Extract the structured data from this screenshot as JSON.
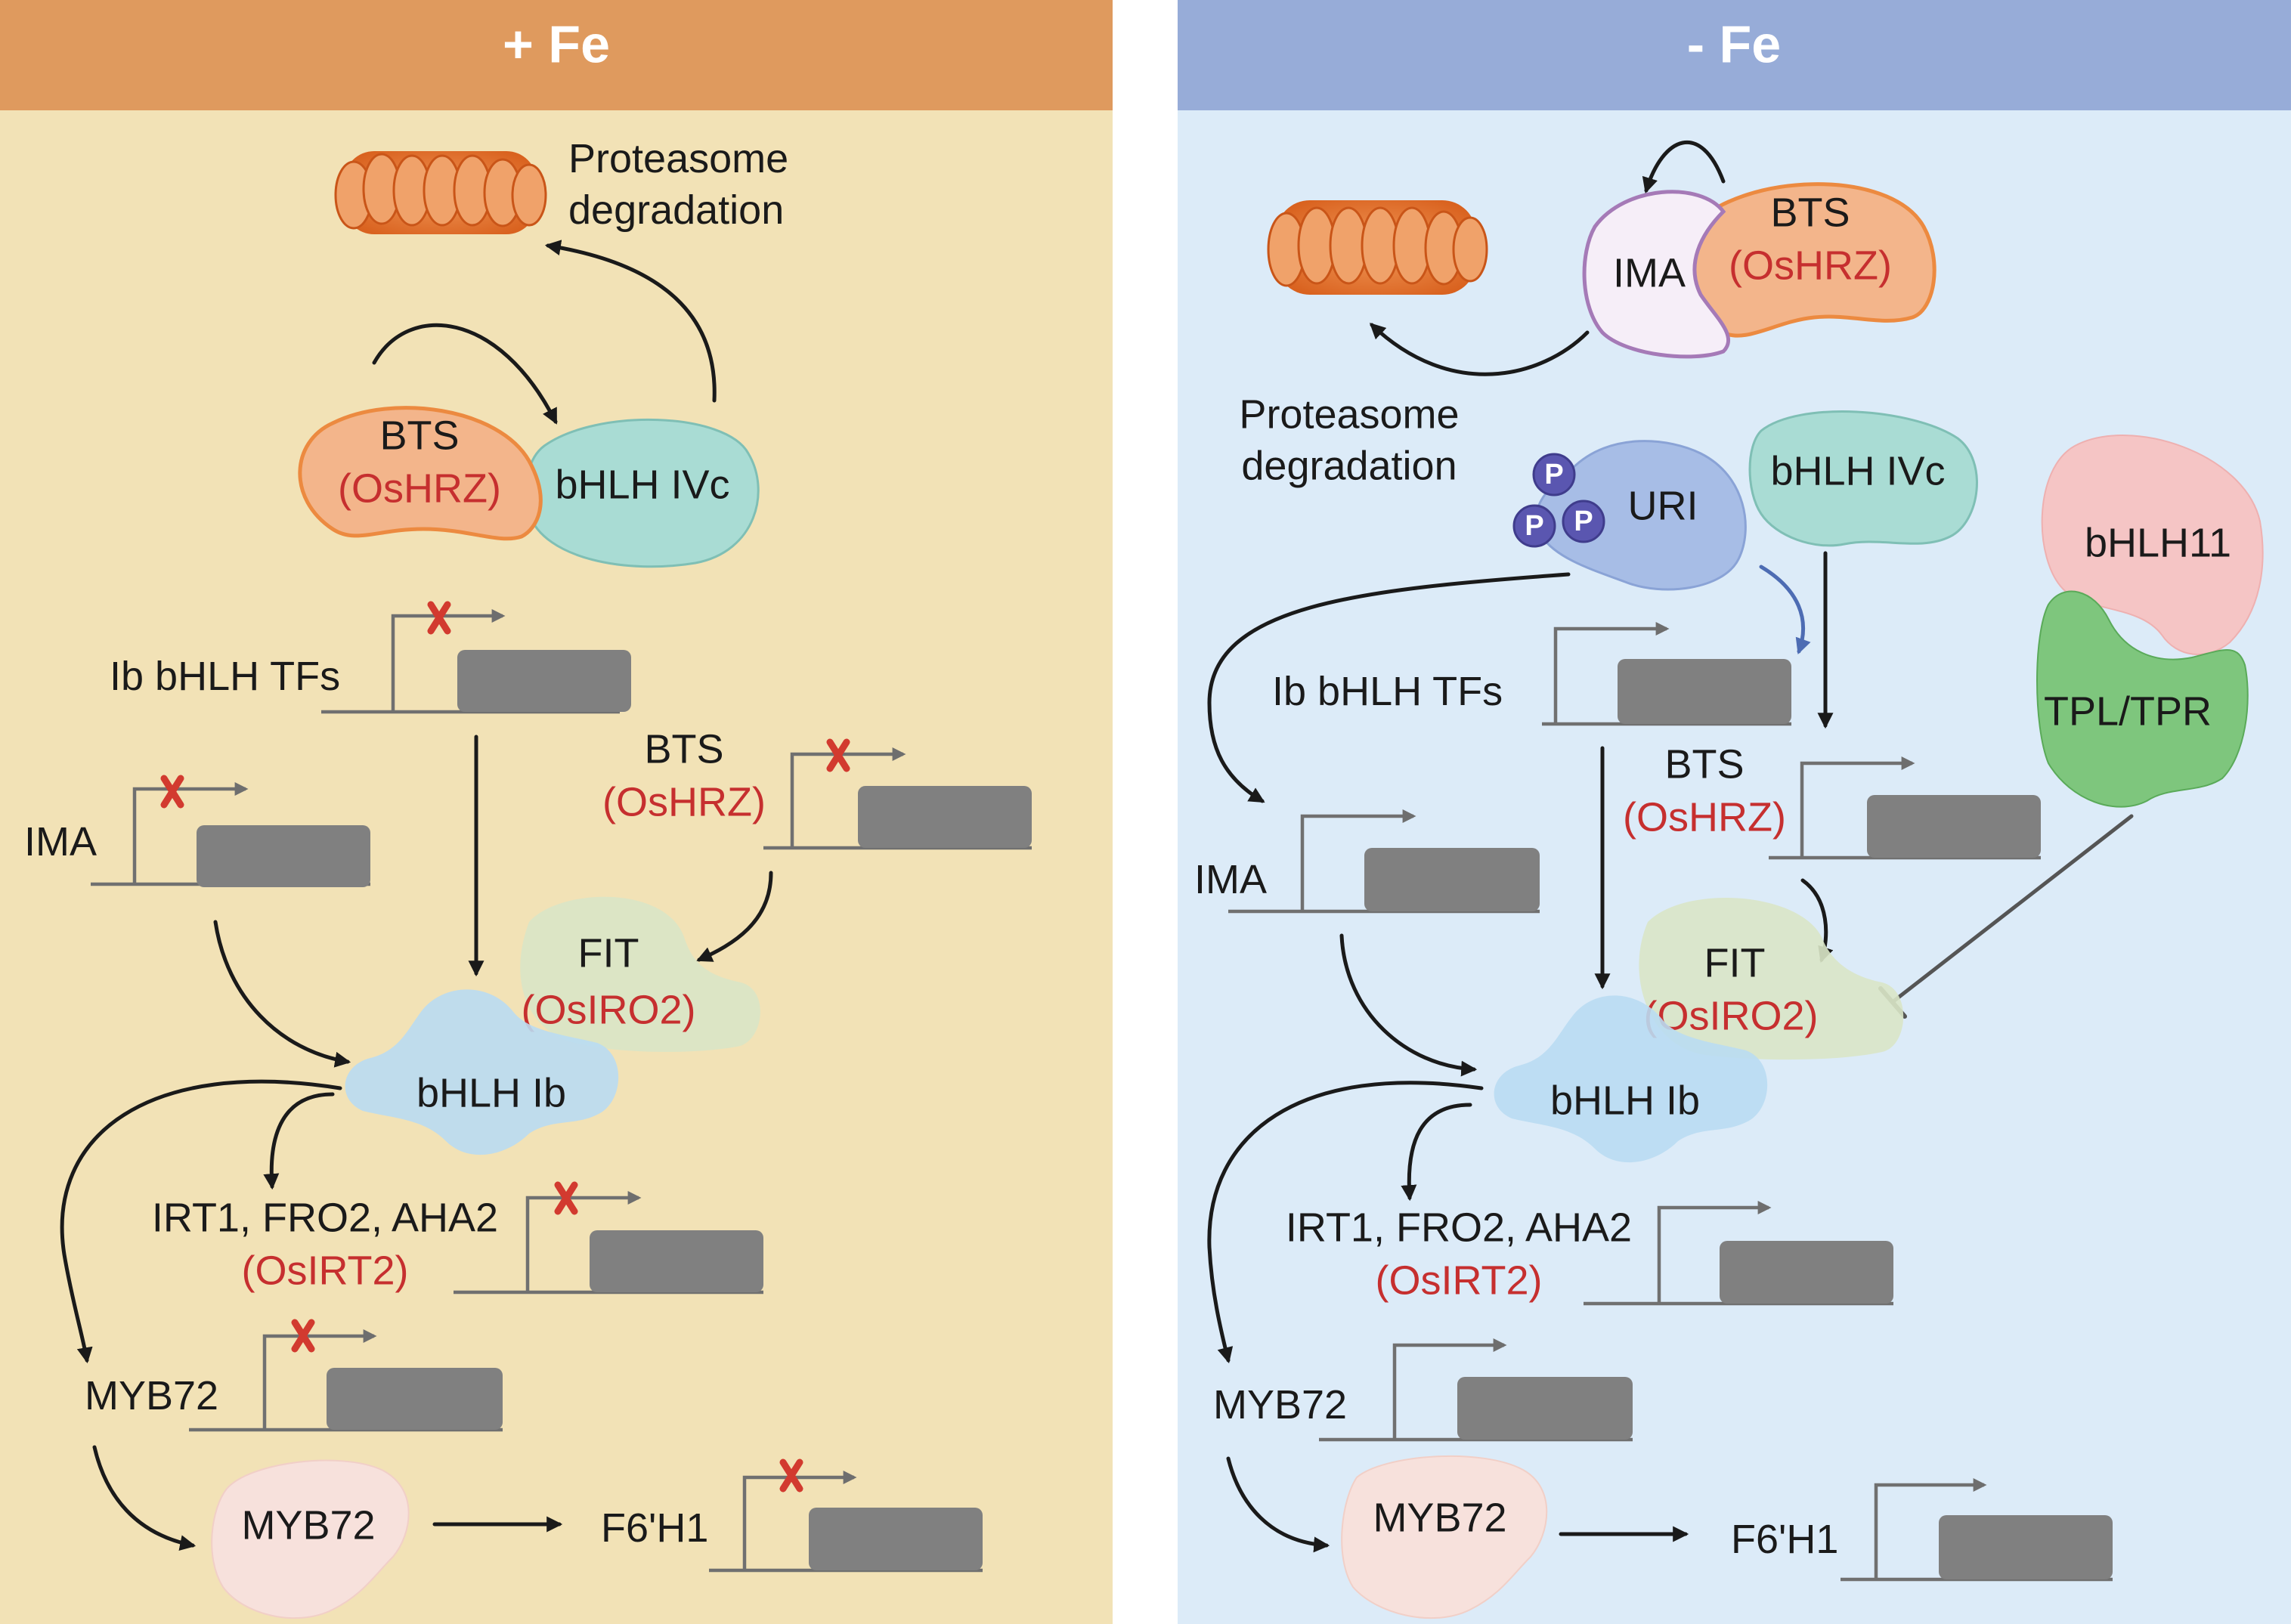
{
  "left_panel": {
    "header": "+ Fe",
    "proteasome_label": [
      "Proteasome",
      "degradation"
    ],
    "bts_protein": [
      "BTS",
      "(OsHRZ)"
    ],
    "bhlh_ivc": "bHLH IVc",
    "ib_bhlh_tfs": "Ib bHLH TFs",
    "bts_gene": [
      "BTS",
      "(OsHRZ)"
    ],
    "ima_gene": "IMA",
    "fit_protein": [
      "FIT",
      "(OsIRO2)"
    ],
    "bhlh_ib": "bHLH Ib",
    "irt_genes": [
      "IRT1, FRO2, AHA2",
      "(OsIRT2)"
    ],
    "myb72_gene": "MYB72",
    "myb72_protein": "MYB72",
    "f6h1_gene": "F6'H1"
  },
  "right_panel": {
    "header": "- Fe",
    "ima_protein": "IMA",
    "bts_protein": [
      "BTS",
      "(OsHRZ)"
    ],
    "proteasome_label": [
      "Proteasome",
      "degradation"
    ],
    "uri": "URI",
    "phospho": "P",
    "bhlh_ivc": "bHLH IVc",
    "bhlh11": "bHLH11",
    "tpl_tpr": "TPL/TPR",
    "ib_bhlh_tfs": "Ib bHLH TFs",
    "bts_gene": [
      "BTS",
      "(OsHRZ)"
    ],
    "ima_gene": "IMA",
    "fit_protein": [
      "FIT",
      "(OsIRO2)"
    ],
    "bhlh_ib": "bHLH Ib",
    "irt_genes": [
      "IRT1, FRO2, AHA2",
      "(OsIRT2)"
    ],
    "myb72_gene": "MYB72",
    "myb72_protein": "MYB72",
    "f6h1_gene": "F6'H1"
  },
  "colors": {
    "left_header": "#df9a5e",
    "left_background": "#f2e2b6",
    "right_header": "#97acd8",
    "right_background": "#dcebf8",
    "osname_red": "#c62f2f",
    "proteasome_orange": "#e8793a",
    "bts_orange": "#f3b58b",
    "bhlh_ivc_teal": "#a9dcd4",
    "fit_green": "#d9e6c7",
    "bhlh_ib_blue": "#b9dcf2",
    "uri_blue": "#a7bde6",
    "phospho_purple": "#5a56b0",
    "bhlh11_pink": "#f5c5c5",
    "tpl_green": "#7ec67d",
    "myb72_pink": "#f7e1dc",
    "gene_box_grey": "#808080",
    "block_mark_red": "#d23a2f"
  }
}
